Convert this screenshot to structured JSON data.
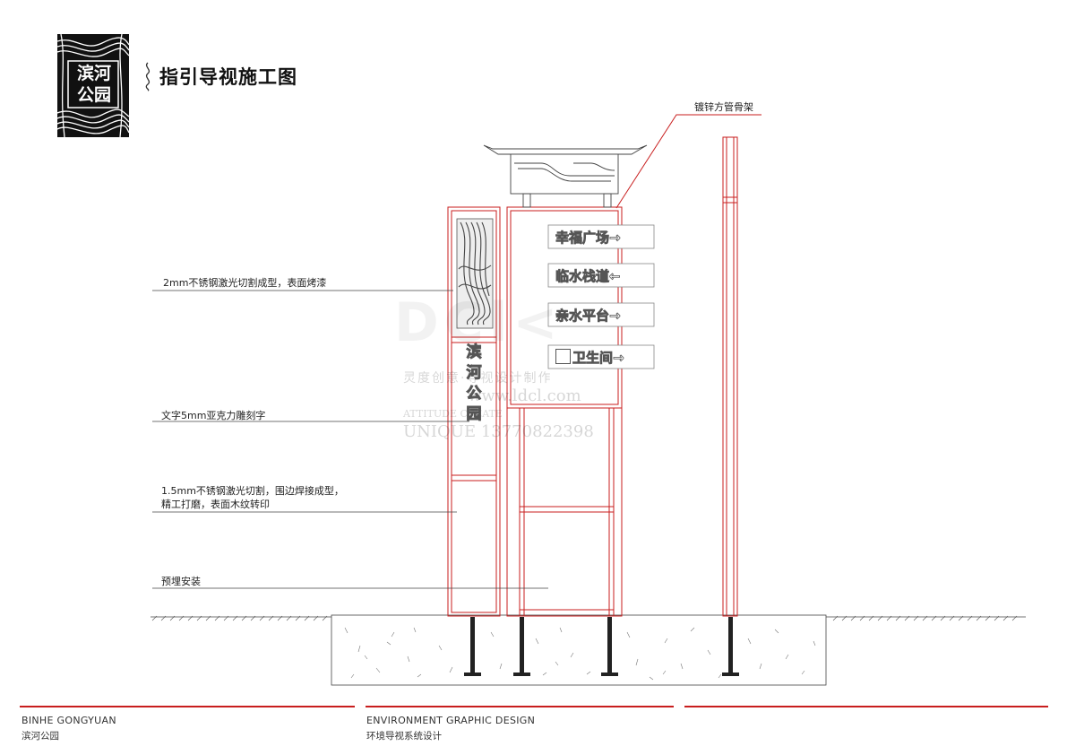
{
  "page": {
    "title": "指引导视施工图"
  },
  "logo": {
    "text_line1": "滨河",
    "text_line2": "公园"
  },
  "sign": {
    "column_text": [
      "滨",
      "河",
      "公",
      "园"
    ],
    "directions": [
      {
        "label": "幸福广场",
        "arrow": "→"
      },
      {
        "label": "临水栈道",
        "arrow": "←"
      },
      {
        "label": "亲水平台",
        "arrow": "→"
      },
      {
        "label": "卫生间",
        "arrow": "→"
      }
    ]
  },
  "annotations": {
    "frame": "镀锌方管骨架",
    "panel": "2mm不锈钢激光切割成型，表面烤漆",
    "letters": "文字5mm亚克力雕刻字",
    "column_line1": "1.5mm不锈钢激光切割，围边焊接成型，",
    "column_line2": "精工打磨，表面木纹转印",
    "install": "预埋安装"
  },
  "footer": {
    "left_en": "BINHE GONGYUAN",
    "left_cn": "滨河公园",
    "mid_en": "ENVIRONMENT GRAPHIC DESIGN",
    "mid_cn": "环境导视系统设计"
  },
  "watermark": {
    "line1": "灵度创意·导视设计制作",
    "line2": "www.ldcl.com",
    "line3": "ATTITUDE CREATE",
    "line4": "UNIQUE 13770822398"
  },
  "colors": {
    "accent": "#c81e1e",
    "line": "#333333"
  }
}
